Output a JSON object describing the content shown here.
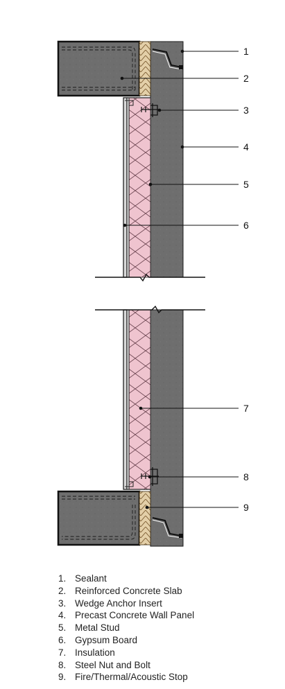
{
  "callouts": [
    {
      "number": "1",
      "label": "Sealant"
    },
    {
      "number": "2",
      "label": "Reinforced Concrete Slab"
    },
    {
      "number": "3",
      "label": "Wedge Anchor Insert"
    },
    {
      "number": "4",
      "label": "Precast Concrete Wall Panel"
    },
    {
      "number": "5",
      "label": "Metal Stud"
    },
    {
      "number": "6",
      "label": "Gypsum Board"
    },
    {
      "number": "7",
      "label": "Insulation"
    },
    {
      "number": "8",
      "label": "Steel Nut and Bolt"
    },
    {
      "number": "9",
      "label": "Fire/Thermal/Acoustic Stop"
    }
  ],
  "legend_numbers": [
    "1.",
    "2.",
    "3.",
    "4.",
    "5.",
    "6.",
    "7.",
    "8.",
    "9."
  ],
  "colors": {
    "concrete": "#6e6e6e",
    "concrete_outline": "#1a1a1a",
    "insulation": "#efc4cf",
    "fire_stop": "#e3cfa8",
    "stud": "#4a4a4a"
  }
}
